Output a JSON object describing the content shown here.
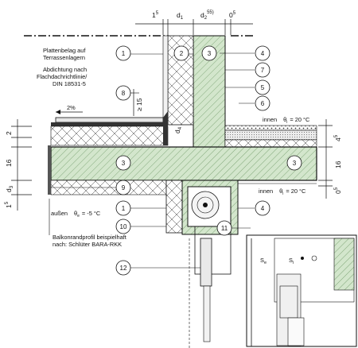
{
  "top_dimensions": {
    "a": "1",
    "a_sup": "5",
    "d1": "d",
    "d1_sub": "1",
    "d2": "d",
    "d2_sub": "2",
    "d2_sup": "55)",
    "e": "0",
    "e_sup": "5"
  },
  "left_dimensions": {
    "v1": "2",
    "v2": "16",
    "v3": "d",
    "v3_sub": "3",
    "v4": "1",
    "v4_sup": "5"
  },
  "right_dimensions": {
    "r1": "4",
    "r1_sup": "5",
    "r2": "16",
    "r3": "0",
    "r3_sup": "5"
  },
  "labels": {
    "platten": "Plattenbelag auf",
    "terrassen": "Terrassenlagern",
    "abdichtung1": "Abdichtung nach",
    "abdichtung2": "Flachdachrichtlinie/",
    "abdichtung3": "DIN 18531-5",
    "slope": "2%",
    "height": "≥ 15",
    "d4": "d",
    "d4_sub": "4",
    "innen_top": "innen",
    "theta_top": "θ",
    "theta_top_sub": "i",
    "theta_top_val": "= 20 °C",
    "innen_bot": "innen",
    "theta_bot": "θ",
    "theta_bot_sub": "i",
    "theta_bot_val": "= 20 °C",
    "aussen": "außen",
    "theta_out": "θ",
    "theta_out_sub": "e",
    "theta_out_val": "= -5 °C",
    "balkon1": "Balkonrandprofil beispielhaft",
    "balkon2": "nach: Schlüter BARA-RKK",
    "se": "S",
    "se_sub": "e",
    "si": "S",
    "si_sub": "i"
  },
  "callouts": [
    "1",
    "2",
    "3",
    "4",
    "7",
    "5",
    "8",
    "6",
    "3",
    "3",
    "9",
    "1",
    "4",
    "10",
    "11",
    "12"
  ],
  "colors": {
    "concrete": "#cfe3c9",
    "insulation": "#ffffff",
    "line": "#111111"
  }
}
